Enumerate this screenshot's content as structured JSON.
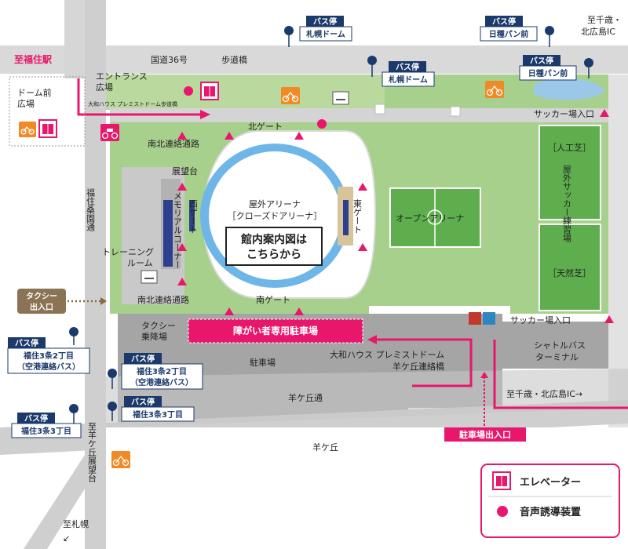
{
  "directions": {
    "to_fukuzumi_station": "至福住駅",
    "to_chitose_top": "至千歳・",
    "to_kitahiroshima_top": "北広島IC",
    "to_chitose_bottom": "至千歳・北広島IC→",
    "to_sapporo": "至札幌",
    "to_sapporo_arrow": "↙"
  },
  "roads": {
    "route36": "国道36号",
    "pedestrian_bridge": "歩道橋",
    "fukuzumi_kuwazono_dori": "福住桑園通",
    "hitsujigaoka_dori": "羊ケ丘通",
    "hitsujigaoka": "羊ケ丘",
    "to_observatory": "至羊ケ丘展望台",
    "daiwa_walkway": "大和ハウス プレミストドーム歩道橋",
    "daiwa_connecting_bridge_l1": "大和ハウス プレミストドーム",
    "daiwa_connecting_bridge_l2": "羊ケ丘連絡橋"
  },
  "places": {
    "dome_front_plaza_l1": "ドーム前",
    "dome_front_plaza_l2": "広場",
    "entrance_plaza_l1": "エントランス",
    "entrance_plaza_l2": "広場",
    "north_gate": "北ゲート",
    "south_gate": "南ゲート",
    "east_gate": "東ゲート",
    "west_gate": "西ゲート",
    "ns_passage_top": "南北連絡通路",
    "ns_passage_bottom": "南北連絡通路",
    "observation_deck": "展望台",
    "memorial_corner": "メモリアルコーナー",
    "training_room_l1": "トレーニング",
    "training_room_l2": "ルーム",
    "taxi_entrance_l1": "タクシー",
    "taxi_entrance_l2": "出入口",
    "taxi_pickup_l1": "タクシー",
    "taxi_pickup_l2": "乗降場",
    "parking": "駐車場",
    "accessible_parking": "障がい者専用駐車場",
    "parking_entrance": "駐車場出入口",
    "shuttle_terminal_l1": "シャトルバス",
    "shuttle_terminal_l2": "ターミナル",
    "soccer_entrance_top": "サッカー場入口",
    "soccer_entrance_bottom": "サッカー場入口",
    "open_arena": "オープンアリーナ",
    "artificial_turf": "［人工芝］",
    "natural_turf": "［天然芝］",
    "outdoor_soccer_practice": "屋外サッカー練習場",
    "arena_label_l1": "屋外アリーナ",
    "arena_label_l2": "［クローズドアリーナ］",
    "floor_guide_l1": "館内案内図は",
    "floor_guide_l2": "こちらから"
  },
  "bus_stops": [
    {
      "header": "バス停",
      "name": "札幌ドーム"
    },
    {
      "header": "バス停",
      "name": "札幌ドーム"
    },
    {
      "header": "バス停",
      "name": "日種パン前"
    },
    {
      "header": "バス停",
      "name": "日種パン前"
    },
    {
      "header": "バス停",
      "name_l1": "福住3条2丁目",
      "name_l2": "（空港連絡バス）"
    },
    {
      "header": "バス停",
      "name_l1": "福住3条2丁目",
      "name_l2": "（空港連絡バス）"
    },
    {
      "header": "バス停",
      "name": "福住3条3丁目"
    },
    {
      "header": "バス停",
      "name": "福住3条3丁目"
    }
  ],
  "legend": {
    "elevator": "エレベーター",
    "audio_guide": "音声誘導装置"
  },
  "colors": {
    "accent_pink": "#e8176b",
    "park_green": "#a8d08d",
    "field_green": "#5fae4e",
    "road_gray": "#b8b8b8",
    "bike_orange": "#f08a24",
    "bus_navy": "#1b3a6b",
    "dome_blue": "#6fb6e8"
  },
  "icons": [
    "bus-stop-icon",
    "bicycle-parking-icon",
    "elevator-icon",
    "motorcycle-parking-icon",
    "smoking-area-icon",
    "restroom-icon",
    "audio-guide-icon"
  ]
}
